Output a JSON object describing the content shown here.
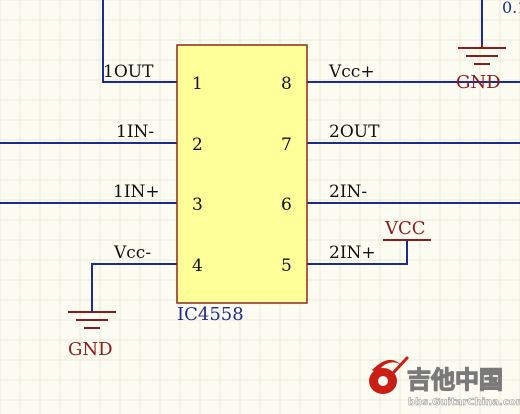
{
  "chip": {
    "designator": "IC4558",
    "left_pins": [
      {
        "num": "1",
        "name": "1OUT"
      },
      {
        "num": "2",
        "name": "1IN-"
      },
      {
        "num": "3",
        "name": "1IN+"
      },
      {
        "num": "4",
        "name": "Vcc-"
      }
    ],
    "right_pins": [
      {
        "num": "8",
        "name": "Vcc+"
      },
      {
        "num": "7",
        "name": "2OUT"
      },
      {
        "num": "6",
        "name": "2IN-"
      },
      {
        "num": "5",
        "name": "2IN+"
      }
    ]
  },
  "nets": {
    "gnd_top": "GND",
    "gnd_bottom": "GND",
    "vcc": "VCC",
    "partial_top_right": "0.1"
  },
  "watermark": {
    "cn": "吉他中国",
    "url": "bbs.GuitarChina.com"
  },
  "colors": {
    "background": "#fdfcf2",
    "grid": "#ebe8d6",
    "wire": "#1a2c8c",
    "body_fill": "#ffff99",
    "body_stroke": "#8a2a1a",
    "net_label": "#8b1c1c",
    "designator": "#1f2d8a"
  }
}
